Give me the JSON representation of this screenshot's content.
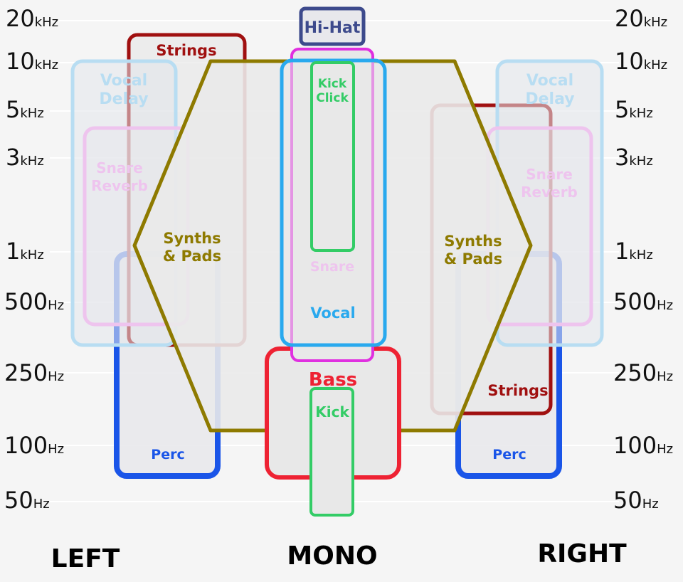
{
  "frequency_labels": [
    {
      "num": "20",
      "unit": "kHz"
    },
    {
      "num": "10",
      "unit": "kHz"
    },
    {
      "num": "5",
      "unit": "kHz"
    },
    {
      "num": "3",
      "unit": "kHz"
    },
    {
      "num": "1",
      "unit": "kHz"
    },
    {
      "num": "500",
      "unit": "Hz"
    },
    {
      "num": "250",
      "unit": "Hz"
    },
    {
      "num": "100",
      "unit": "Hz"
    },
    {
      "num": "50",
      "unit": "Hz"
    }
  ],
  "positions": {
    "left": "LEFT",
    "mono": "MONO",
    "right": "RIGHT"
  },
  "instruments": {
    "hihat": "Hi-Hat",
    "strings": "Strings",
    "vocal_delay": [
      "Vocal",
      "Delay"
    ],
    "snare_reverb": [
      "Snare",
      "Reverb"
    ],
    "synths_pads": [
      "Synths",
      "& Pads"
    ],
    "kick_click": [
      "Kick",
      "Click"
    ],
    "snare": "Snare",
    "vocal": "Vocal",
    "bass": "Bass",
    "kick": "Kick",
    "perc": "Perc"
  },
  "colors": {
    "strings": "#a01010",
    "vocal_delay": "#b8ddf2",
    "snare_reverb": "#eec4ee",
    "synths": "#8e7a00",
    "perc": "#1a55e8",
    "hihat": "#3d4a8c",
    "snare": "#e030e0",
    "vocal": "#29a9ee",
    "kick": "#33cc66",
    "bass": "#ee2233"
  }
}
